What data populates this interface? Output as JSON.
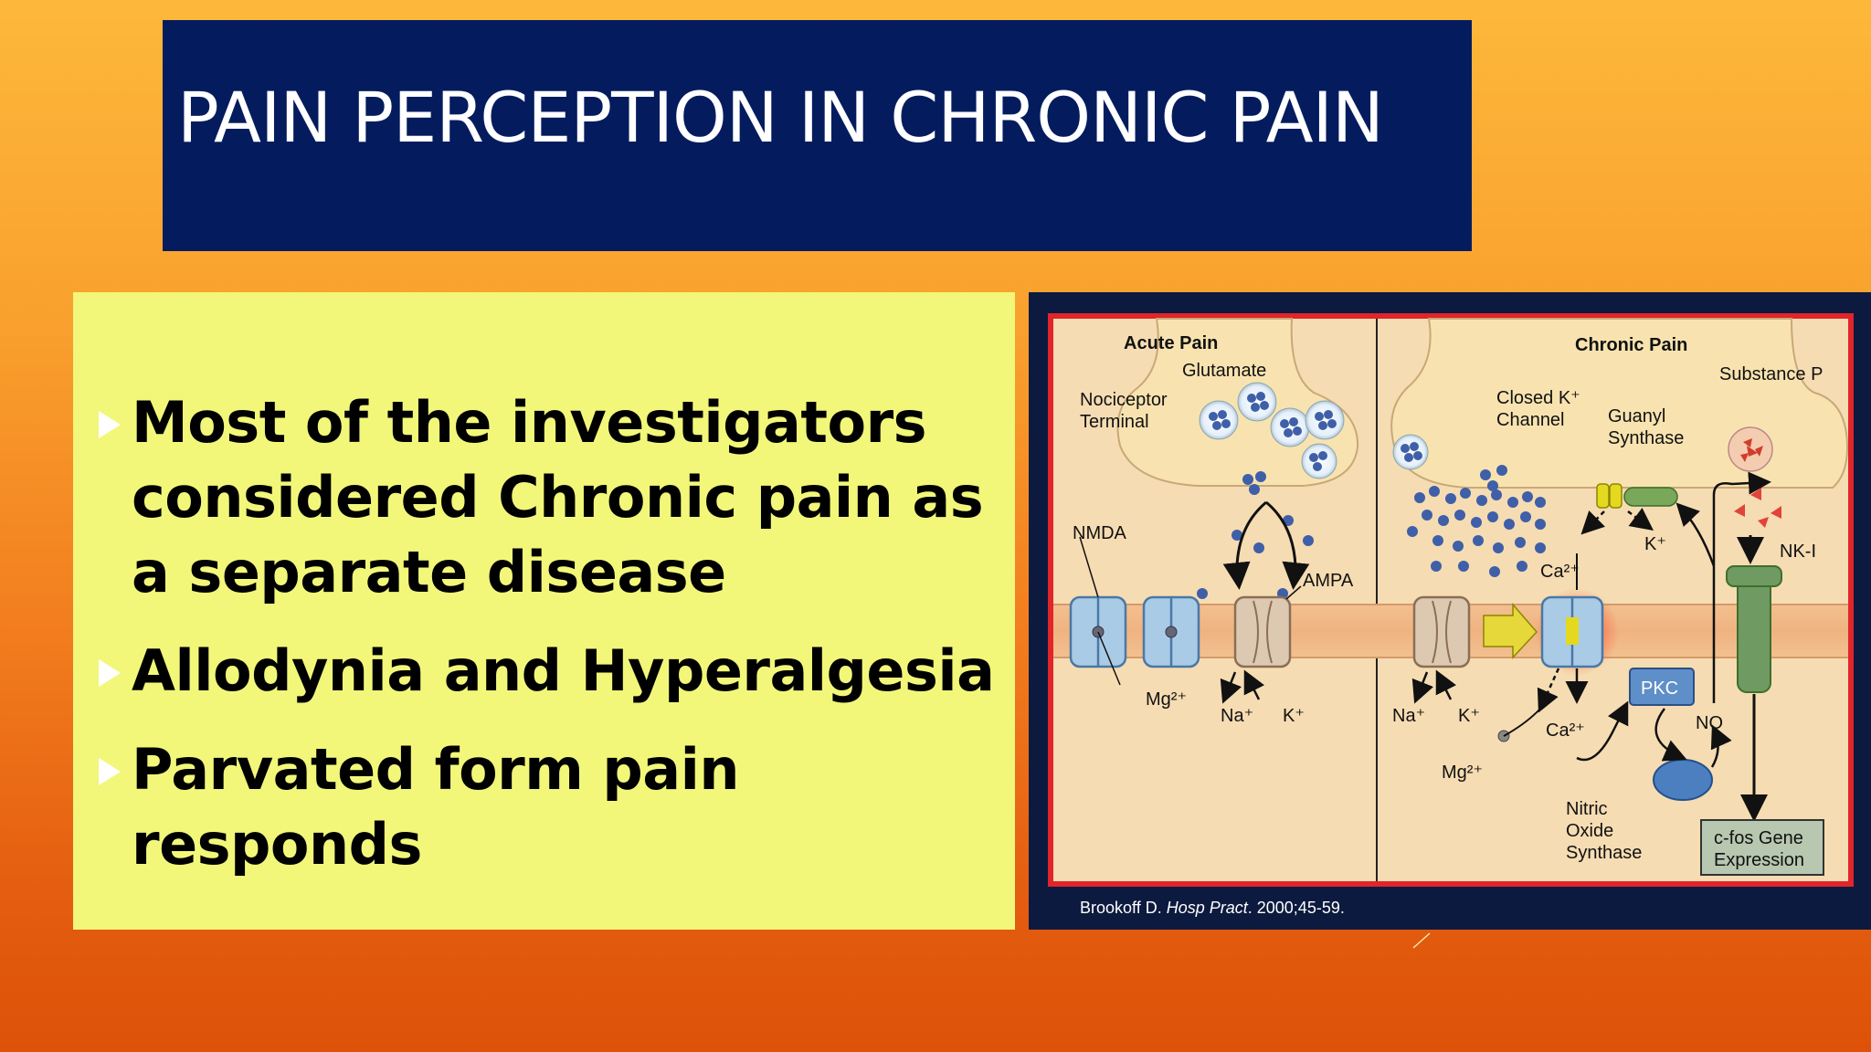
{
  "slide": {
    "title": "PAIN PERCEPTION IN CHRONIC PAIN",
    "bullets": [
      "Most of the investigators considered Chronic pain as a separate disease",
      "Allodynia and Hyperalgesia",
      "Parvated form pain responds"
    ]
  },
  "figure": {
    "acute_panel": {
      "heading": "Acute Pain",
      "labels": {
        "glutamate": "Glutamate",
        "nociceptor_1": "Nociceptor",
        "nociceptor_2": "Terminal",
        "nmda": "NMDA",
        "ampa": "AMPA",
        "mg": "Mg²⁺",
        "na": "Na⁺",
        "k": "K⁺"
      }
    },
    "chronic_panel": {
      "heading": "Chronic Pain",
      "labels": {
        "substance_p": "Substance P",
        "closed_k_1": "Closed K⁺",
        "closed_k_2": "Channel",
        "guanyl_1": "Guanyl",
        "guanyl_2": "Synthase",
        "k_out": "K⁺",
        "nk1": "NK-I",
        "ca_top": "Ca²⁺",
        "pkc": "PKC",
        "na": "Na⁺",
        "k": "K⁺",
        "ca_bottom": "Ca²⁺",
        "no": "NO",
        "mg": "Mg²⁺",
        "nos_1": "Nitric",
        "nos_2": "Oxide",
        "nos_3": "Synthase",
        "cfos_1": "c-fos Gene",
        "cfos_2": "Expression"
      }
    },
    "citation": {
      "author": "Brookoff D. ",
      "journal": "Hosp Pract",
      "details": ". 2000;45-59."
    }
  },
  "colors": {
    "title_bg": "#041c5e",
    "bullet_panel_bg": "#f2f77a",
    "figure_bg": "#0d1a3f",
    "figure_border": "#e0252b"
  }
}
